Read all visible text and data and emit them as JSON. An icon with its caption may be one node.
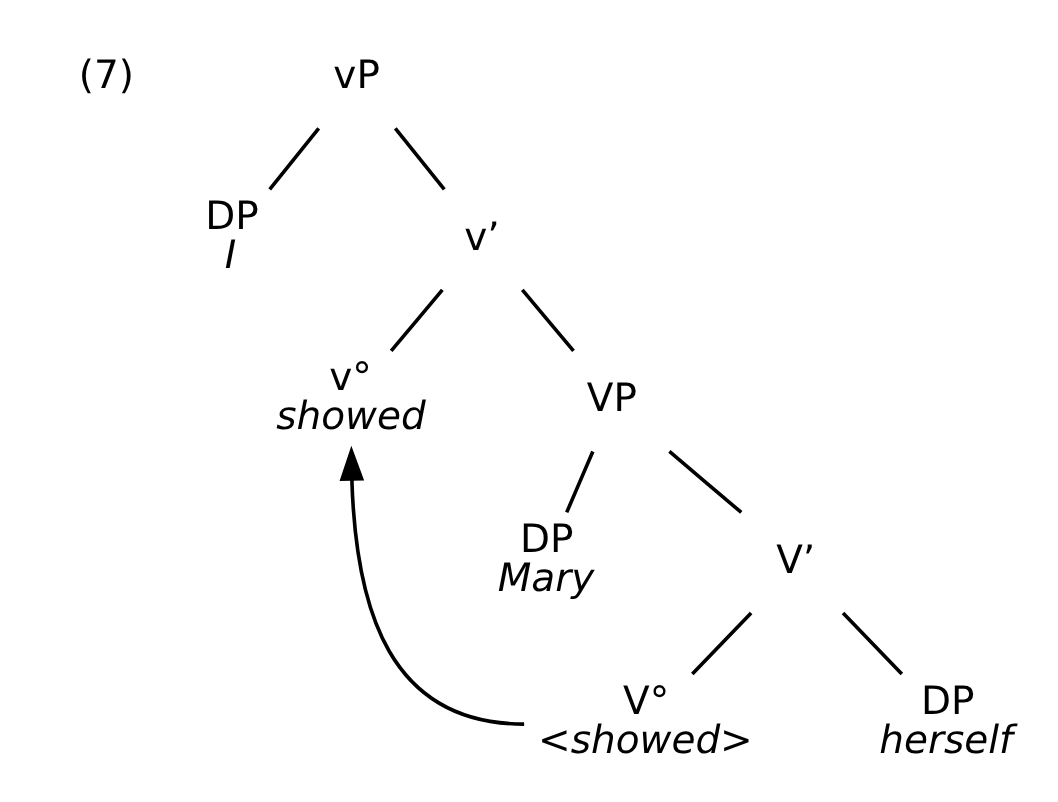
{
  "diagram": {
    "nodes": [
      {
        "text": [
          "vP"
        ]
      },
      {
        "text": [
          "DP",
          "I"
        ]
      },
      {
        "text": [
          "v’"
        ]
      },
      {
        "text": [
          "v°",
          "showed"
        ]
      },
      {
        "text": [
          "VP"
        ]
      },
      {
        "text": [
          "DP",
          "Mary"
        ]
      },
      {
        "text": [
          "V’"
        ]
      },
      {
        "text": [
          "V°",
          "<showed>"
        ]
      },
      {
        "text": [
          "DP",
          "herself"
        ]
      }
    ],
    "edges": [
      {
        "from": 0,
        "to": 1,
        "arrow": "none"
      },
      {
        "from": 0,
        "to": 2,
        "arrow": "none"
      },
      {
        "from": 2,
        "to": 3,
        "arrow": "none"
      },
      {
        "from": 2,
        "to": 4,
        "arrow": "none"
      },
      {
        "from": 4,
        "to": 5,
        "arrow": "none"
      },
      {
        "from": 4,
        "to": 6,
        "arrow": "none"
      },
      {
        "from": 6,
        "to": 7,
        "arrow": "none"
      },
      {
        "from": 6,
        "to": 8,
        "arrow": "none"
      },
      {
        "from": 7,
        "to": 3,
        "arrow": "to"
      }
    ],
    "labels": [
      "(7)"
    ]
  }
}
